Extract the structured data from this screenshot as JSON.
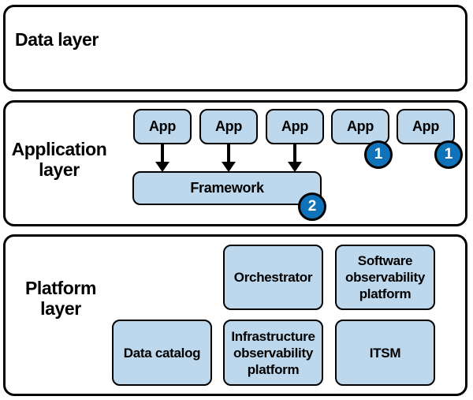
{
  "diagram": {
    "layers": {
      "data": {
        "label": "Data layer"
      },
      "application": {
        "label": "Application layer",
        "apps": [
          {
            "label": "App"
          },
          {
            "label": "App"
          },
          {
            "label": "App"
          },
          {
            "label": "App",
            "badge": "1"
          },
          {
            "label": "App",
            "badge": "1"
          }
        ],
        "framework": {
          "label": "Framework",
          "badge": "2"
        }
      },
      "platform": {
        "label": "Platform layer",
        "boxes": [
          {
            "label": "Orchestrator"
          },
          {
            "label": "Software observability platform"
          },
          {
            "label": "Data catalog"
          },
          {
            "label": "Infrastructure observability platform"
          },
          {
            "label": "ITSM"
          }
        ]
      }
    },
    "colors": {
      "node_fill": "#BDD7EC",
      "badge_fill": "#1072B8",
      "line": "#000000",
      "background": "#FFFFFF"
    }
  }
}
